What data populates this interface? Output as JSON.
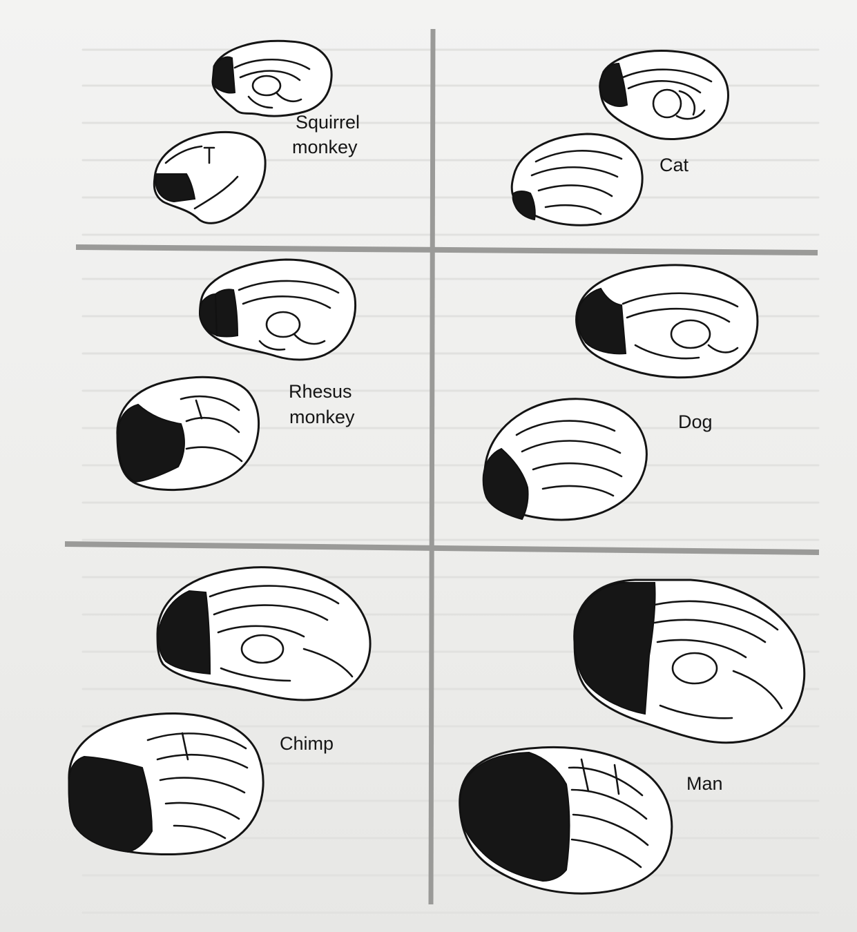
{
  "figure": {
    "labels": {
      "squirrel_monkey": [
        "Squirrel",
        "monkey"
      ],
      "cat": "Cat",
      "rhesus_monkey": [
        "Rhesus",
        "monkey"
      ],
      "dog": "Dog",
      "chimp": "Chimp",
      "man": "Man"
    },
    "highlight_color": "#161616",
    "divider_color": "#9a9a98",
    "page_color": "#f0f0ee"
  }
}
